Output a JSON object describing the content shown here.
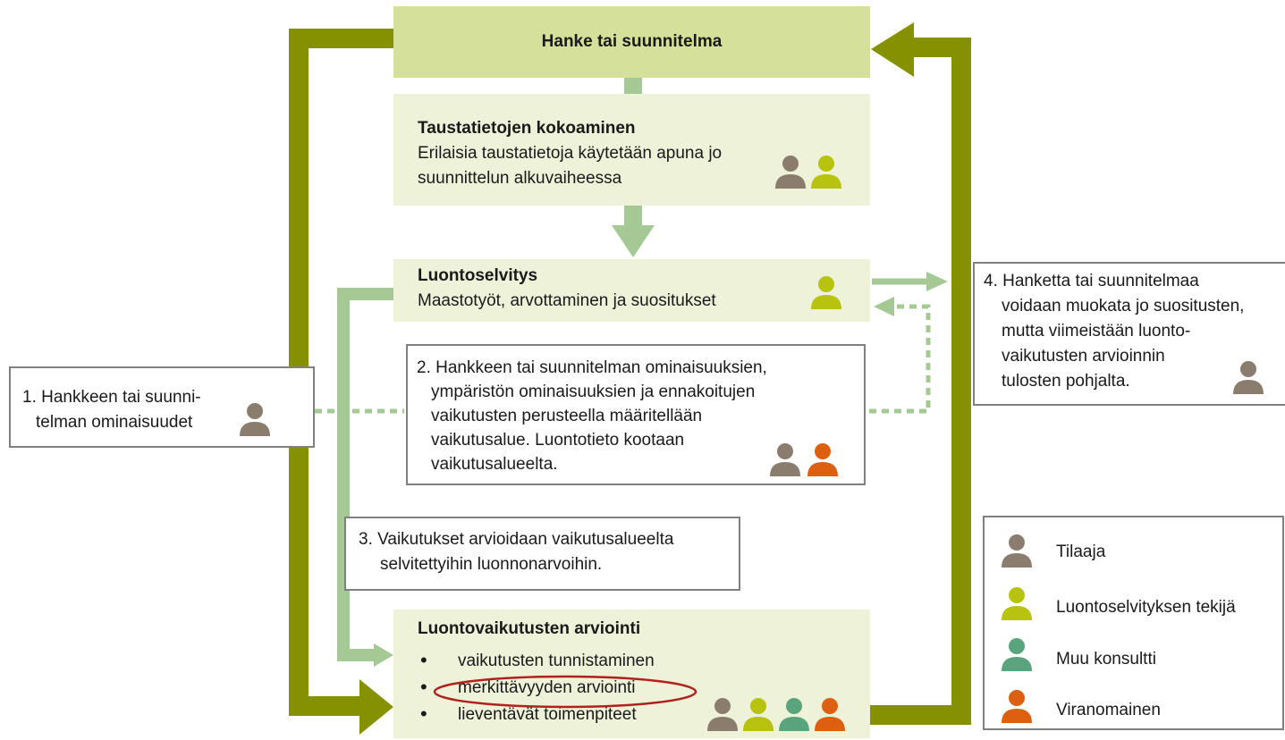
{
  "colors": {
    "tilaaja": "#8a7d6e",
    "tekija": "#b7c30f",
    "konsultti": "#5aa47d",
    "viranomainen": "#dd5f10",
    "olive_arrow": "#869100",
    "light_arrow": "#a4c995",
    "box_fill": "#eef2d9",
    "header_fill": "#d5e09b",
    "highlight_ellipse": "#b0221d"
  },
  "top": {
    "title": "Hanke tai suunnitelma"
  },
  "background": {
    "title": "Taustatietojen kokoaminen",
    "line1": "Erilaisia taustatietoja käytetään apuna jo",
    "line2": "suunnittelun alkuvaiheessa"
  },
  "survey": {
    "title": "Luontoselvitys",
    "line1": "Maastotyöt, arvottaminen ja suositukset"
  },
  "step1": {
    "line1": "1. Hankkeen tai suunni-",
    "line2": "telman ominaisuudet"
  },
  "step2": {
    "line1": "2. Hankkeen tai suunnitelman ominaisuuksien,",
    "line2": "ympäristön ominaisuuksien ja ennakoitujen",
    "line3": "vaikutusten perusteella määritellään",
    "line4": "vaikutusalue. Luontotieto kootaan",
    "line5": "vaikutusalueelta."
  },
  "step3": {
    "line1": "3. Vaikutukset arvioidaan vaikutusalueelta",
    "line2": "selvitettyihin luonnonarvoihin."
  },
  "step4": {
    "line1": "4. Hanketta tai suunnitelmaa",
    "line2": "voidaan muokata jo suositusten,",
    "line3": "mutta viimeistään luonto-",
    "line4": "vaikutusten arvioinnin",
    "line5": "tulosten pohjalta."
  },
  "assessment": {
    "title": "Luontovaikutusten arviointi",
    "items": [
      "vaikutusten tunnistaminen",
      "merkittävyyden arviointi",
      "lieventävät toimenpiteet"
    ]
  },
  "legend": {
    "tilaaja": "Tilaaja",
    "tekija": "Luontoselvityksen tekijä",
    "konsultti": "Muu konsultti",
    "viranomainen": "Viranomainen"
  }
}
